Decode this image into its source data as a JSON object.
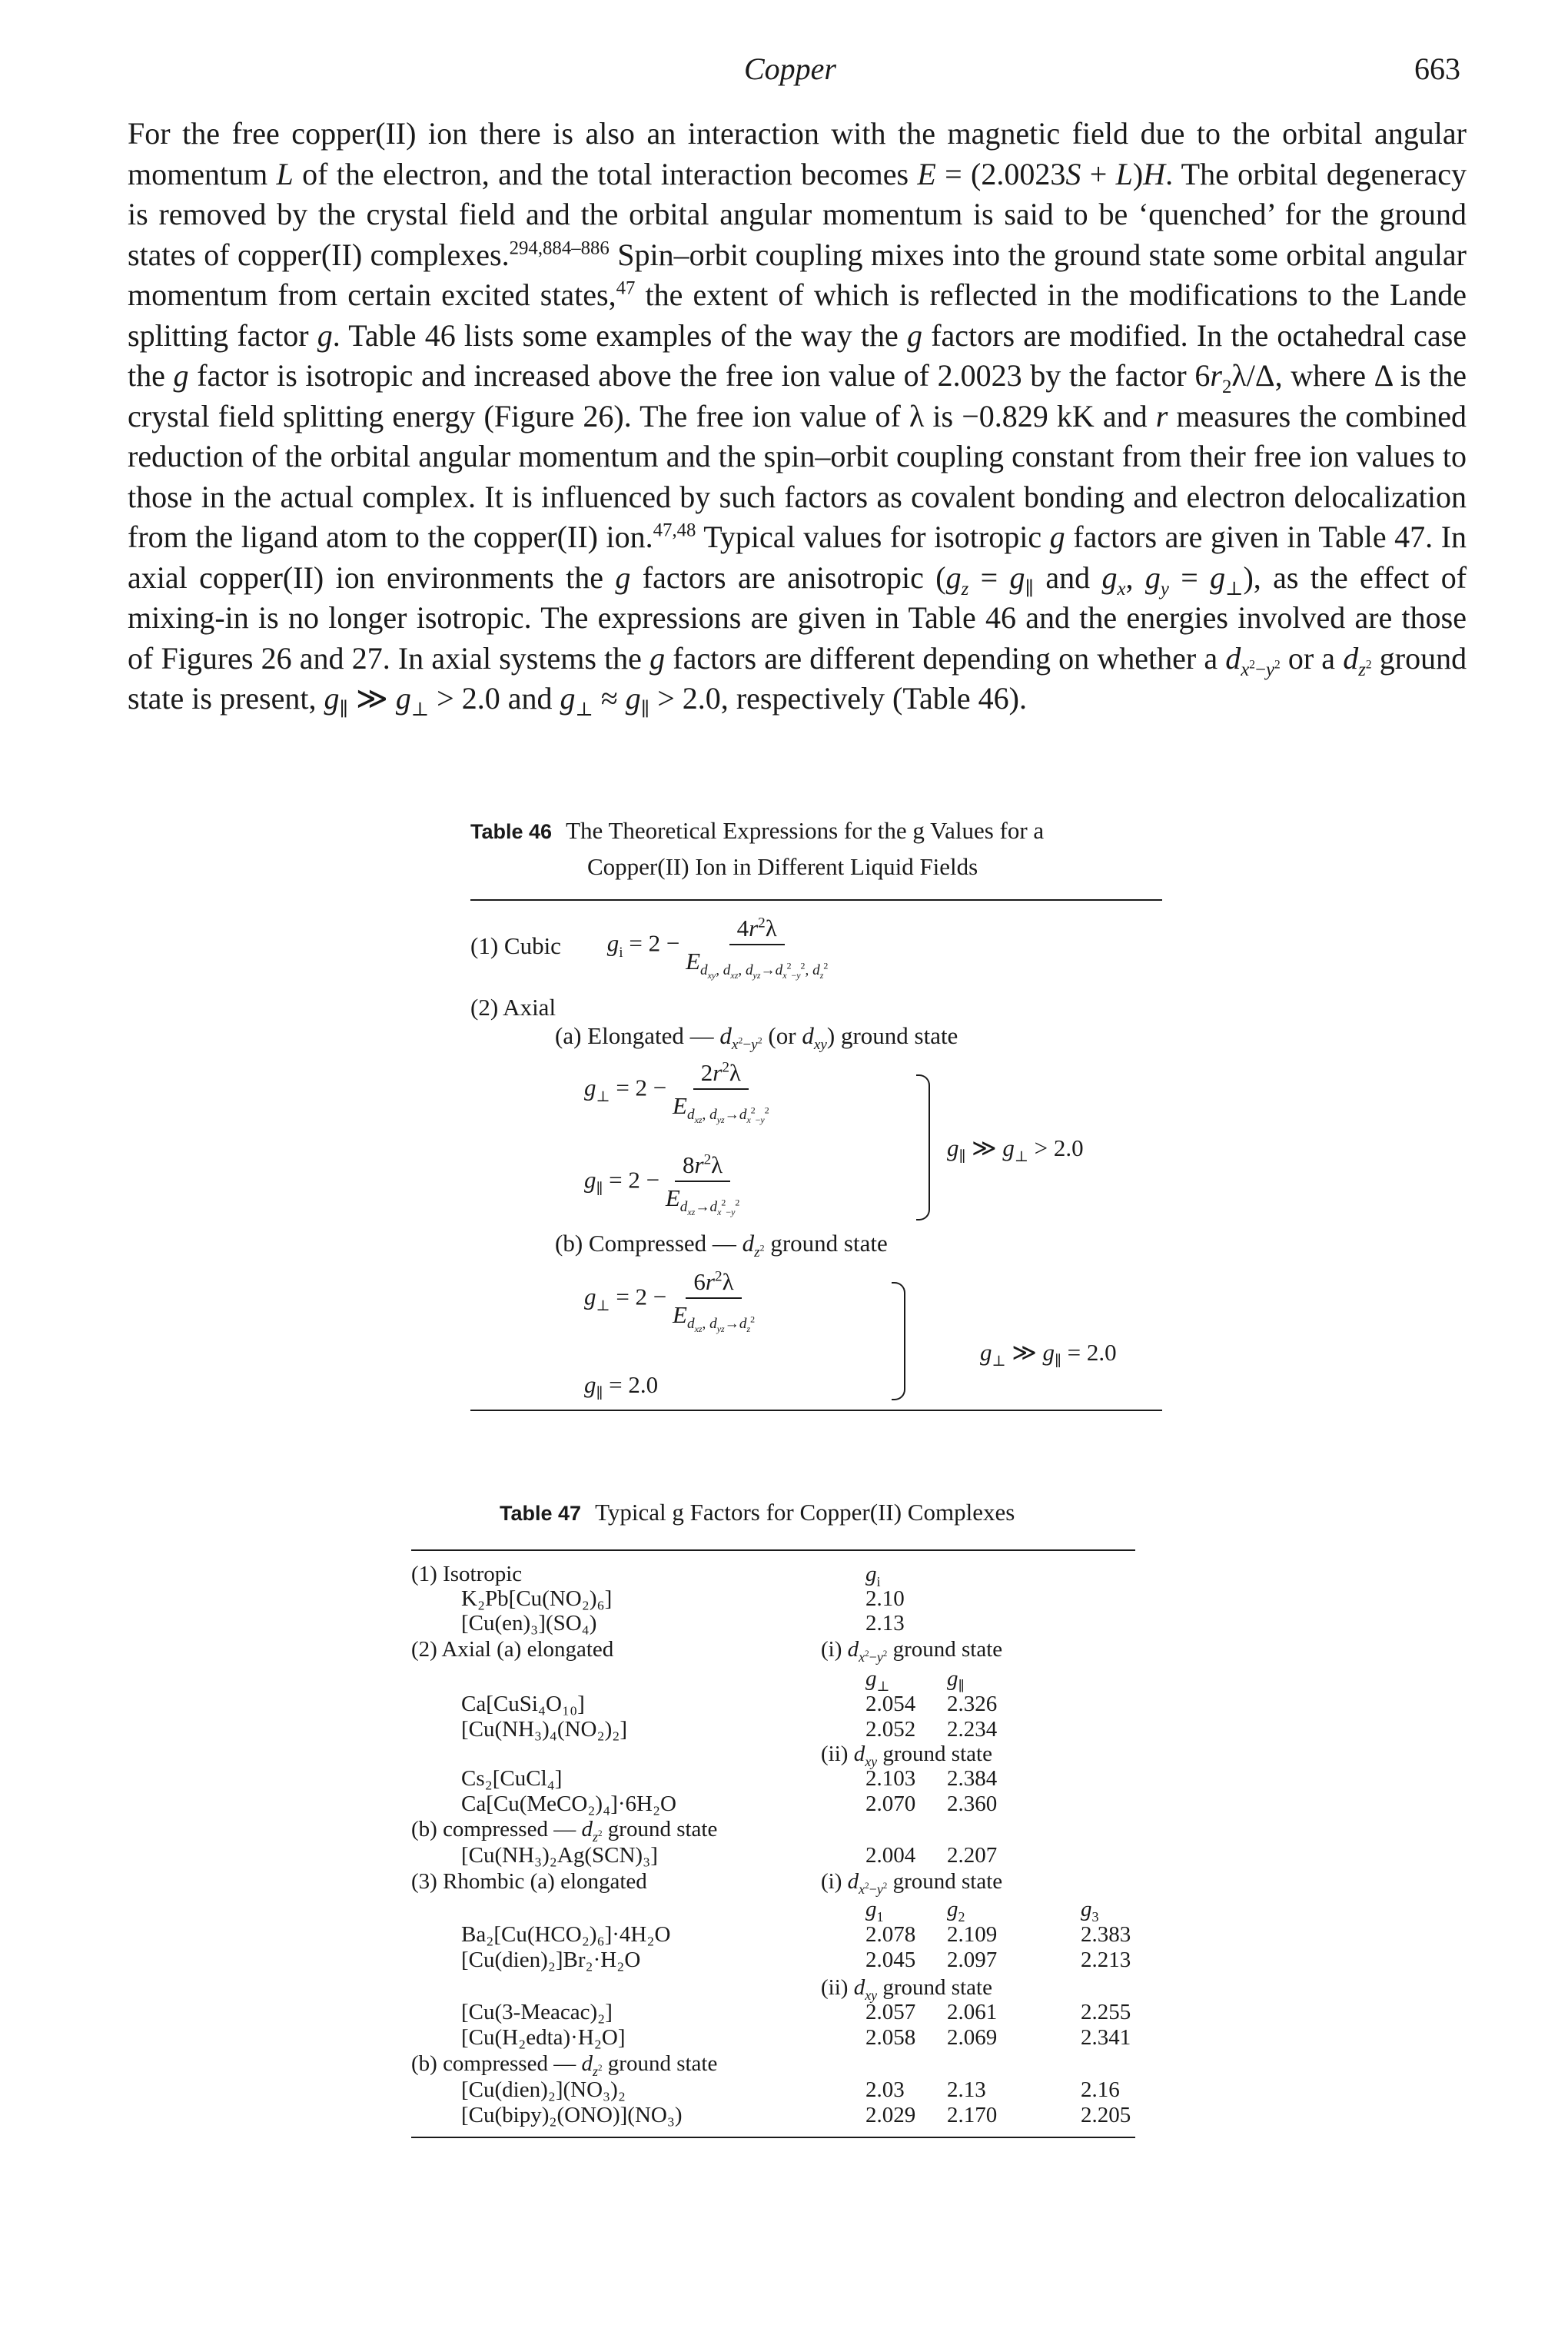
{
  "header": {
    "running_title": "Copper",
    "page_number": "663"
  },
  "chart_data": {
    "type": "table",
    "title": "Table 47 Typical g Factors for Copper(II) Complexes",
    "sections": [
      {
        "label": "(1) Isotropic",
        "rows": [
          [
            "K2Pb[Cu(NO2)6]",
            "2.10"
          ],
          [
            "[Cu(en)3](SO4)",
            "2.13"
          ]
        ]
      },
      {
        "label": "(2) Axial (a) elongated",
        "rows": [
          [
            "Ca[CuSi4O10]",
            "2.054",
            "2.326"
          ],
          [
            "[Cu(NH3)4(NO2)2]",
            "2.052",
            "2.234"
          ],
          [
            "Cs2[CuCl4]",
            "2.103",
            "2.384"
          ],
          [
            "Ca[Cu(MeCO2)4]·6H2O",
            "2.070",
            "2.360"
          ]
        ]
      },
      {
        "label": "(b) compressed — dz2 ground state",
        "rows": [
          [
            "[Cu(NH3)2Ag(SCN)3]",
            "2.004",
            "2.207"
          ]
        ]
      },
      {
        "label": "(3) Rhombic (a) elongated",
        "rows": [
          [
            "Ba2[Cu(HCO2)6]·4H2O",
            "2.078",
            "2.109",
            "2.383"
          ],
          [
            "[Cu(dien)2]Br2·H2O",
            "2.045",
            "2.097",
            "2.213"
          ],
          [
            "[Cu(3-Meacac)2]",
            "2.057",
            "2.061",
            "2.255"
          ],
          [
            "[Cu(H2edta)·H2O]",
            "2.058",
            "2.069",
            "2.341"
          ]
        ]
      },
      {
        "label": "(b) compressed — dz2 ground state",
        "rows": [
          [
            "[Cu(dien)2](NO3)2",
            "2.03",
            "2.13",
            "2.16"
          ],
          [
            "[Cu(bipy)2(ONO)](NO3)",
            "2.029",
            "2.170",
            "2.205"
          ]
        ]
      }
    ]
  },
  "body": {
    "p1": "For the free copper(II) ion there is also an interaction with the magnetic field due to the orbital angular momentum",
    "p2": "of the electron, and the total interaction becomes",
    "p3": "The orbital degeneracy is removed by the crystal field and the orbital angular momentum is said to be ‘quenched’ for the ground states of copper(II) complexes.",
    "ref1": "294,884–886",
    "p4": "Spin–orbit coupling mixes into the ground state some orbital angular momentum from certain excited states,",
    "ref2": "47",
    "p5": "the extent of which is reflected in the modifications to the Lande splitting factor",
    "p6": "Table 46 lists some examples of the way the",
    "p7": "factors are modified. In the octahedral case the",
    "p8": "factor is isotropic and increased above the free ion value of 2.0023 by the factor",
    "p9": ", where Δ is the crystal field splitting energy (Figure 26). The free ion value of λ is −0.829 kK and",
    "p10": "measures the combined reduction of the orbital angular momentum and the spin–orbit coupling constant from their free ion values to those in the actual complex. It is influenced by such factors as covalent bonding and electron delocalization from the ligand atom to the copper(II) ion.",
    "ref3": "47,48",
    "p11": "Typical values for isotropic",
    "p12": "factors are given in Table 47. In axial copper(II) ion environments the",
    "p13": "factors are anisotropic (",
    "p14": "), as the effect of mixing-in is no longer isotropic. The expressions are given in Table 46 and the energies involved are those of Figures 26 and 27. In axial systems the",
    "p15": "factors are different depending on whether a",
    "p16": "or a",
    "p17": "ground state is present,",
    "p18": "and",
    "p19": "respectively (Table 46)."
  },
  "table46": {
    "label": "Table 46",
    "title_line1": "The Theoretical Expressions for the g Values for a",
    "title_line2": "Copper(II) Ion in Different Liquid Fields",
    "cubic": "(1) Cubic",
    "axial": "(2) Axial",
    "elongated": "(a) Elongated —",
    "or": "(or",
    "ground_state": "ground state",
    "compressed": "(b) Compressed —",
    "value_2_0": "2.0",
    "value_2_0_rel": "> 2.0"
  },
  "table47": {
    "label": "Table 47",
    "title": "Typical g Factors for Copper(II) Complexes",
    "isotropic": "(1) Isotropic",
    "c1": "K₂Pb[Cu(NO₂)₆]",
    "c1v": "2.10",
    "c2": "[Cu(en)₃](SO₄)",
    "c2v": "2.13",
    "axial": "(2) Axial (a) elongated",
    "s_i": "(i)",
    "s_ii": "(ii)",
    "gs": "ground state",
    "c3": "Ca[CuSi₄O₁₀]",
    "c3a": "2.054",
    "c3b": "2.326",
    "c4": "[Cu(NH₃)₄(NO₂)₂]",
    "c4a": "2.052",
    "c4b": "2.234",
    "c5": "Cs₂[CuCl₄]",
    "c5a": "2.103",
    "c5b": "2.384",
    "c6": "Ca[Cu(MeCO₂)₄]·6H₂O",
    "c6a": "2.070",
    "c6b": "2.360",
    "compressed": "(b) compressed —",
    "c7": "[Cu(NH₃)₂Ag(SCN)₃]",
    "c7a": "2.004",
    "c7b": "2.207",
    "rhombic": "(3) Rhombic (a) elongated",
    "c8": "Ba₂[Cu(HCO₂)₆]·4H₂O",
    "c8a": "2.078",
    "c8b": "2.109",
    "c8c": "2.383",
    "c9": "[Cu(dien)₂]Br₂·H₂O",
    "c9a": "2.045",
    "c9b": "2.097",
    "c9c": "2.213",
    "c10": "[Cu(3-Meacac)₂]",
    "c10a": "2.057",
    "c10b": "2.061",
    "c10c": "2.255",
    "c11": "[Cu(H₂edta)·H₂O]",
    "c11a": "2.058",
    "c11b": "2.069",
    "c11c": "2.341",
    "c12": "[Cu(dien)₂](NO₃)₂",
    "c12a": "2.03",
    "c12b": "2.13",
    "c12c": "2.16",
    "c13": "[Cu(bipy)₂(ONO)](NO₃)",
    "c13a": "2.029",
    "c13b": "2.170",
    "c13c": "2.205"
  }
}
